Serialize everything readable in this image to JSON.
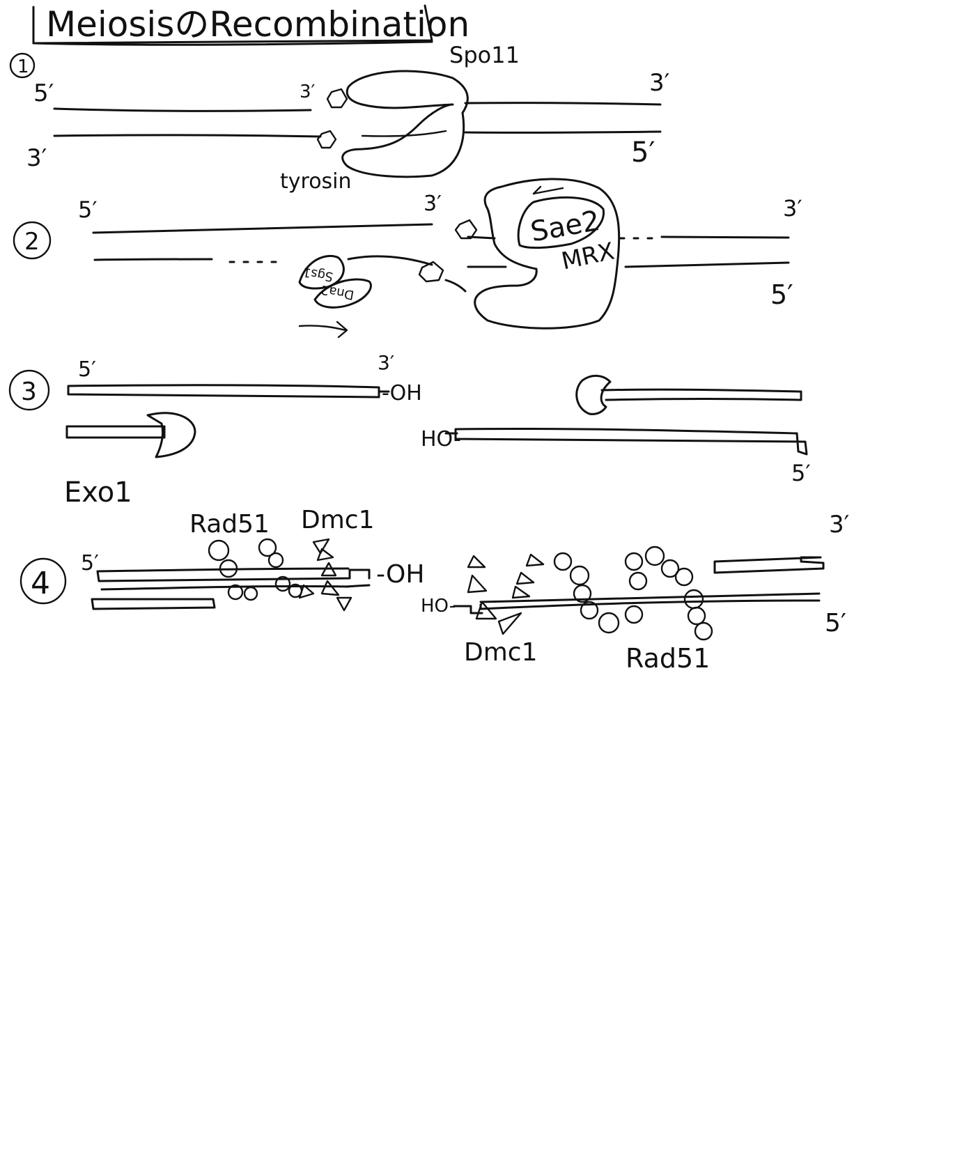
{
  "title": "MeiosisのRecombination",
  "steps": [
    {
      "number": "1",
      "labels": {
        "top_left_end": "5′",
        "bottom_left_end": "3′",
        "break_end": "3′",
        "top_right_end": "3′",
        "bottom_right_end": "5′",
        "enzyme": "Spo11",
        "residue": "tyrosin"
      }
    },
    {
      "number": "2",
      "labels": {
        "top_left_end": "5′",
        "break_end": "3′",
        "top_right_end": "3′",
        "bottom_right_end": "5′",
        "complex_a": "Sae2",
        "complex_b": "MRX",
        "helicase_a": "Sgs1",
        "helicase_b": "Dna2"
      }
    },
    {
      "number": "3",
      "labels": {
        "top_left_end": "5′",
        "left_break_end": "3′",
        "left_hydroxyl": "-OH",
        "right_hydroxyl": "HO-",
        "bottom_right_end": "5′",
        "nuclease": "Exo1"
      }
    },
    {
      "number": "4",
      "labels": {
        "top_left_end": "5′",
        "left_hydroxyl": "-OH",
        "right_hydroxyl": "HO-",
        "top_right_end": "3′",
        "bottom_right_end": "5′",
        "recombinase_top_a": "Rad51",
        "recombinase_top_b": "Dmc1",
        "recombinase_bottom_a": "Dmc1",
        "recombinase_bottom_b": "Rad51"
      }
    }
  ]
}
